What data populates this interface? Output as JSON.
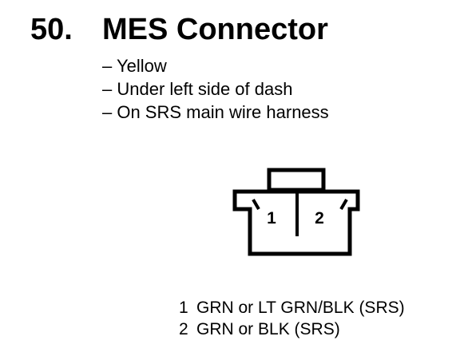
{
  "heading": {
    "number": "50.",
    "title": "MES Connector"
  },
  "notes": [
    "– Yellow",
    "– Under left side of dash",
    "– On SRS main wire harness"
  ],
  "connector": {
    "terminals": [
      "1",
      "2"
    ]
  },
  "pins": [
    {
      "number": "1",
      "wire": "GRN or LT GRN/BLK (SRS)"
    },
    {
      "number": "2",
      "wire": "GRN or BLK (SRS)"
    }
  ]
}
